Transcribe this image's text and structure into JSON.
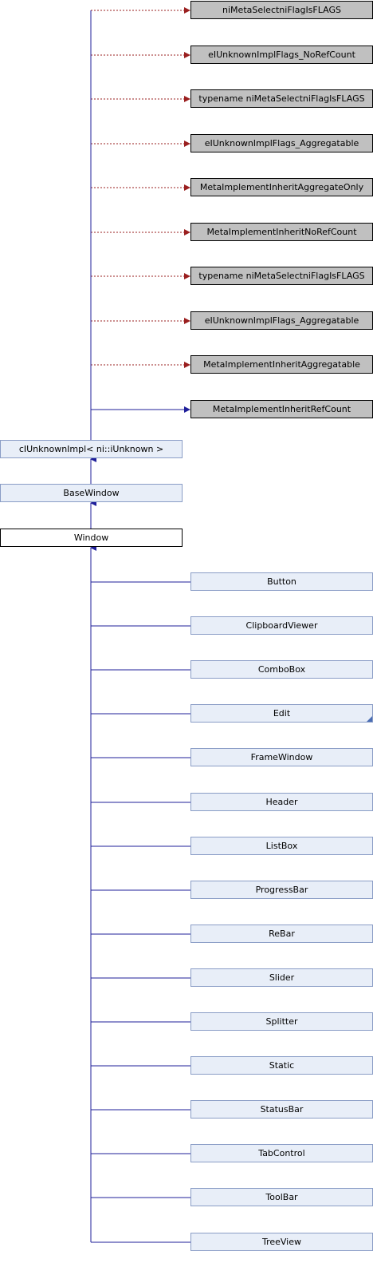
{
  "diagram": {
    "template_params": [
      {
        "label": "niMetaSelectniFlagIsFLAGS",
        "edge": "dotted"
      },
      {
        "label": "eIUnknownImplFlags_NoRefCount",
        "edge": "dotted"
      },
      {
        "label": "typename niMetaSelectniFlagIsFLAGS",
        "edge": "dotted"
      },
      {
        "label": "eIUnknownImplFlags_Aggregatable",
        "edge": "dotted"
      },
      {
        "label": "MetaImplementInheritAggregateOnly",
        "edge": "dotted"
      },
      {
        "label": "MetaImplementInheritNoRefCount",
        "edge": "dotted"
      },
      {
        "label": "typename niMetaSelectniFlagIsFLAGS",
        "edge": "dotted"
      },
      {
        "label": "eIUnknownImplFlags_Aggregatable",
        "edge": "dotted"
      },
      {
        "label": "MetaImplementInheritAggregatable",
        "edge": "dotted"
      },
      {
        "label": "MetaImplementInheritRefCount",
        "edge": "solid"
      }
    ],
    "ancestors": [
      {
        "label": "cIUnknownImpl< ni::iUnknown >"
      },
      {
        "label": "BaseWindow"
      }
    ],
    "current": {
      "label": "Window"
    },
    "derived": [
      {
        "label": "Button"
      },
      {
        "label": "ClipboardViewer"
      },
      {
        "label": "ComboBox"
      },
      {
        "label": "Edit",
        "has_children": true
      },
      {
        "label": "FrameWindow"
      },
      {
        "label": "Header"
      },
      {
        "label": "ListBox"
      },
      {
        "label": "ProgressBar"
      },
      {
        "label": "ReBar"
      },
      {
        "label": "Slider"
      },
      {
        "label": "Splitter"
      },
      {
        "label": "Static"
      },
      {
        "label": "StatusBar"
      },
      {
        "label": "TabControl"
      },
      {
        "label": "ToolBar"
      },
      {
        "label": "TreeView"
      }
    ],
    "colors": {
      "template_fill": "#c0c0c0",
      "class_fill": "#e8eef8",
      "class_border": "#8a9dc6",
      "solid_edge": "#1f1f9a",
      "dotted_edge": "#9a1f1f"
    }
  }
}
